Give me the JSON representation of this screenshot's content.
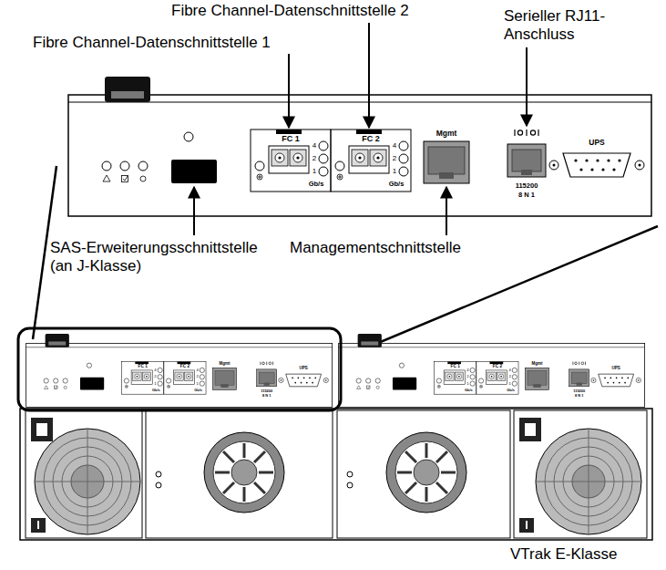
{
  "diagram": {
    "labels": [
      "Fibre Channel-Datenschnittstelle 2",
      "Fibre Channel-Datenschnittstelle 1",
      "Serieller RJ11- Anschluss",
      "SAS-Erweiterungsschnittstelle (an J-Klasse)",
      "Managementschnittstelle",
      "VTrak E-Klasse",
      "FC 1",
      "4",
      "2",
      "1",
      "Gb/s",
      "FC 2",
      "4",
      "2",
      "1",
      "Gb/s",
      "Mgmt",
      "115200",
      "8 N 1",
      "UPS",
      "FC 1",
      "4",
      "2",
      "1",
      "Gb/s",
      "FC 2",
      "4",
      "2",
      "1",
      "Gb/s",
      "Mgmt",
      "115200",
      "8 N 1",
      "UPS",
      "FC 1",
      "4",
      "2",
      "1",
      "Gb/s",
      "FC 2",
      "4",
      "2",
      "1",
      "Gb/s",
      "Mgmt",
      "115200",
      "8 N 1",
      "UPS"
    ]
  }
}
